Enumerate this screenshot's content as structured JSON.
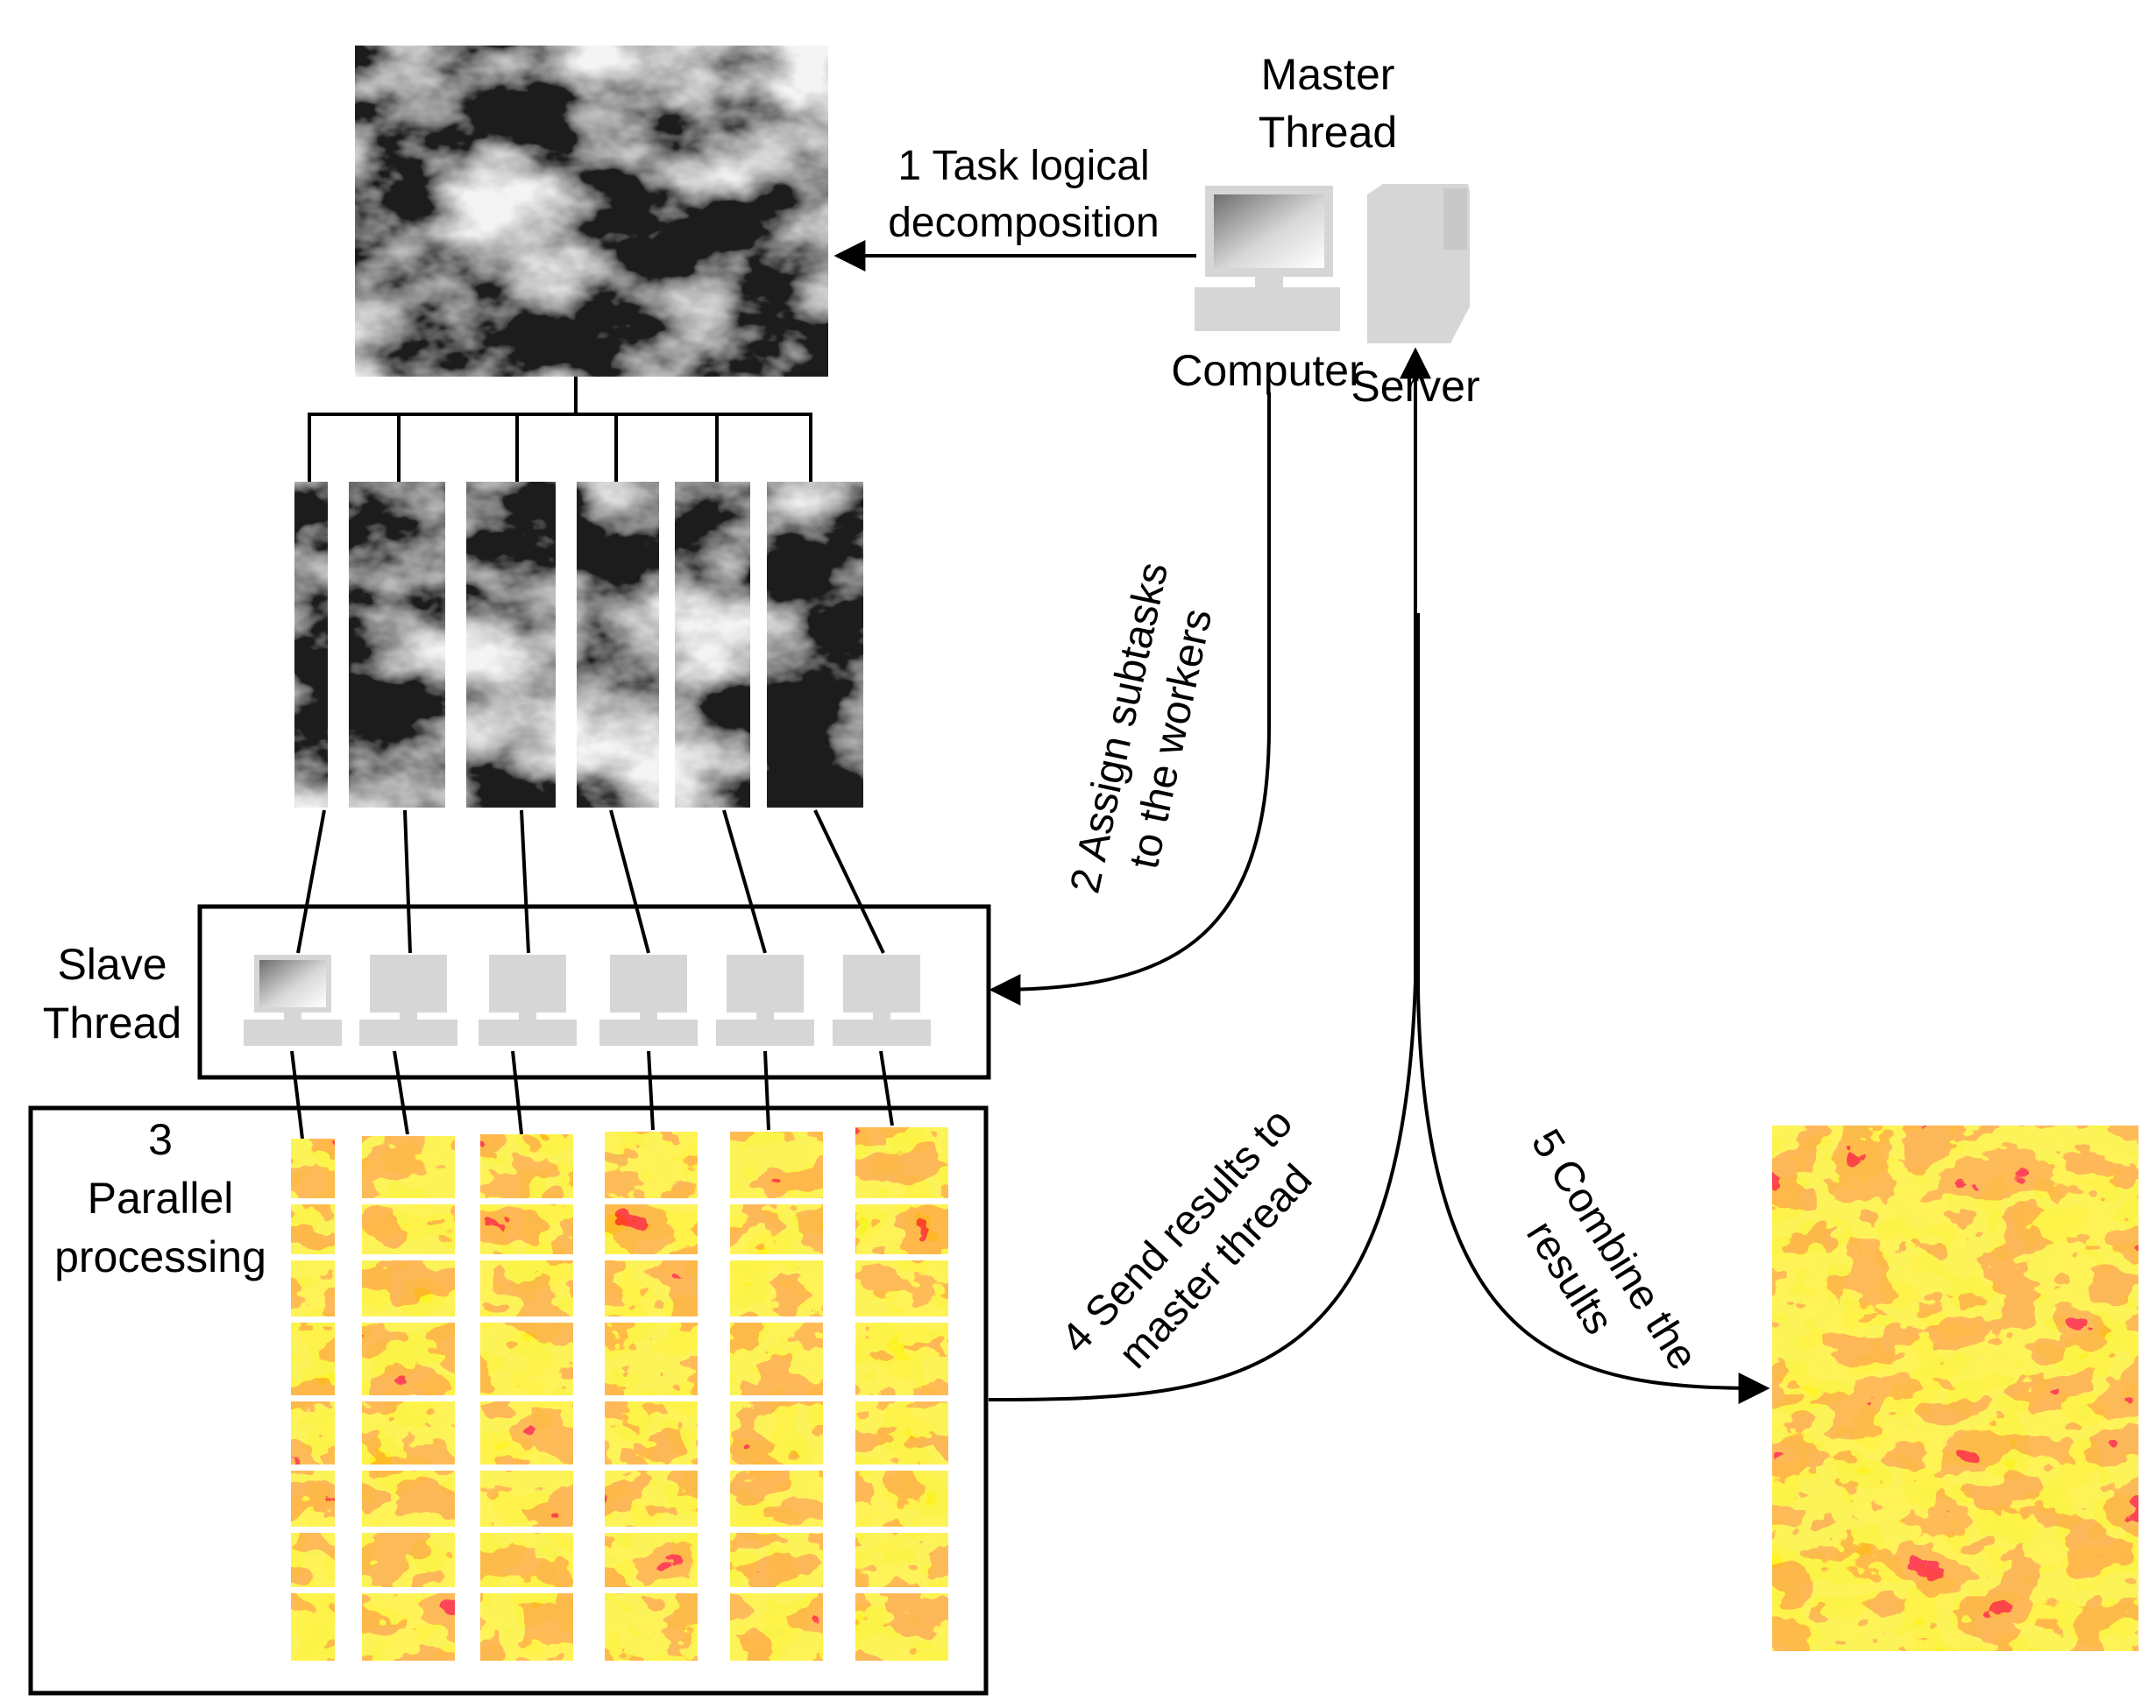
{
  "master": {
    "title_line1": "Master",
    "title_line2": "Thread",
    "computer_label": "Computer",
    "server_label": "Server"
  },
  "slave": {
    "label_line1": "Slave",
    "label_line2": "Thread"
  },
  "steps": {
    "step1_line1": "1 Task logical",
    "step1_line2": "decomposition",
    "step2_line1": "2 Assign subtasks",
    "step2_line2": "to the workers",
    "step3_line1": "3",
    "step3_line2": "Parallel",
    "step3_line3": "processing",
    "step4_line1": "4 Send results to",
    "step4_line2": "master thread",
    "step5_line1": "5 Combine the",
    "step5_line2": "results"
  },
  "colors": {
    "dem_light": "#f4f4f4",
    "dem_dark": "#1e1e1e",
    "heat_red": "#f20f05",
    "heat_orange": "#ff7a12",
    "heat_yellow": "#fbe71a",
    "device_grey": "#d6d6d6"
  },
  "icons": [
    "computer-icon",
    "server-icon"
  ]
}
